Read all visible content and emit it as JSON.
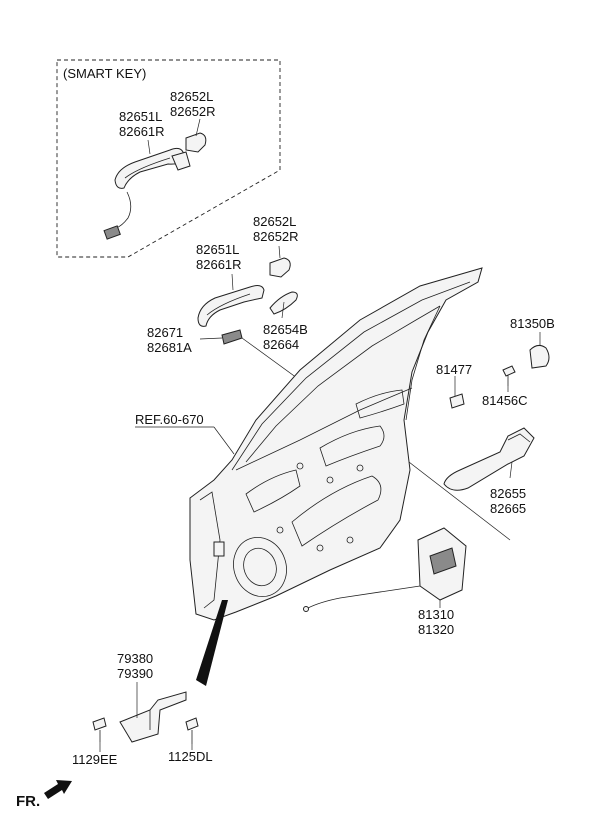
{
  "smart_key_box": {
    "caption": "(SMART KEY)"
  },
  "labels": {
    "sk_82652L": "82652L",
    "sk_82652R": "82652R",
    "sk_82651L": "82651L",
    "sk_82661R": "82661R",
    "h_82652L": "82652L",
    "h_82652R": "82652R",
    "h_82651L": "82651L",
    "h_82661R": "82661R",
    "p_82654B": "82654B",
    "p_82664": "82664",
    "p_82671": "82671",
    "p_82681A": "82681A",
    "ref": "REF.60-670",
    "p_81350B": "81350B",
    "p_81477": "81477",
    "p_81456C": "81456C",
    "p_82655": "82655",
    "p_82665": "82665",
    "p_81310": "81310",
    "p_81320": "81320",
    "p_79380": "79380",
    "p_79390": "79390",
    "p_1129EE": "1129EE",
    "p_1125DL": "1125DL"
  },
  "direction": {
    "label": "FR."
  }
}
